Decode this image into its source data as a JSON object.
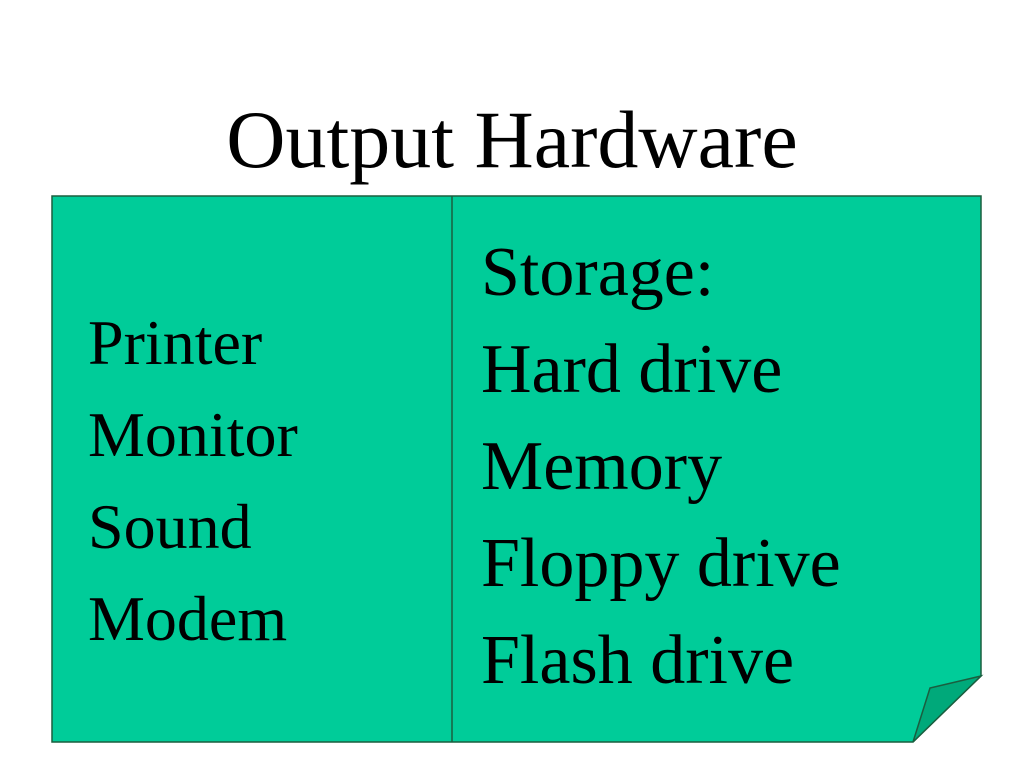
{
  "slide": {
    "title": "Output Hardware"
  },
  "left_column": {
    "items": [
      "Printer",
      "Monitor",
      "Sound",
      "Modem"
    ]
  },
  "right_column": {
    "heading": "Storage:",
    "items": [
      "Hard drive",
      "Memory",
      "Floppy drive",
      "Flash drive"
    ]
  },
  "colors": {
    "panel_fill": "#00CC99",
    "panel_border": "#1a5e3f",
    "fold_fill": "#00A97A",
    "text": "#000000",
    "background": "#FFFFFF"
  }
}
